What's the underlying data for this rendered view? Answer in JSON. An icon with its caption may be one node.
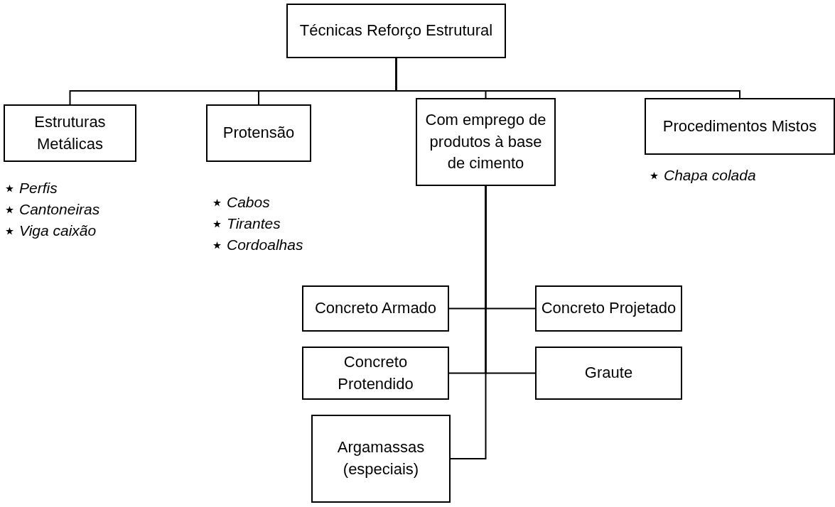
{
  "diagram": {
    "nodes": [
      {
        "text": [
          "Técnicas Reforço Estrutural"
        ]
      },
      {
        "text": [
          "Estruturas Metálicas"
        ],
        "beside": [
          "Perfis",
          "Cantoneiras",
          "Viga caixão"
        ]
      },
      {
        "text": [
          "Protensão"
        ],
        "beside": [
          "Cabos",
          "Tirantes",
          "Cordoalhas"
        ]
      },
      {
        "text": [
          "Com emprego de produtos à base de cimento"
        ]
      },
      {
        "text": [
          "Procedimentos Mistos"
        ],
        "beside": [
          "Chapa colada"
        ]
      },
      {
        "text": [
          "Concreto Armado"
        ]
      },
      {
        "text": [
          "Concreto Projetado"
        ]
      },
      {
        "text": [
          "Concreto Protendido"
        ]
      },
      {
        "text": [
          "Graute"
        ]
      },
      {
        "text": [
          "Argamassas (especiais)"
        ]
      }
    ],
    "edges": [
      {
        "from": 0,
        "to": 1,
        "arrow": "none"
      },
      {
        "from": 0,
        "to": 2,
        "arrow": "none"
      },
      {
        "from": 0,
        "to": 3,
        "arrow": "none"
      },
      {
        "from": 0,
        "to": 4,
        "arrow": "none"
      },
      {
        "from": 3,
        "to": 5,
        "arrow": "none"
      },
      {
        "from": 3,
        "to": 6,
        "arrow": "none"
      },
      {
        "from": 3,
        "to": 7,
        "arrow": "none"
      },
      {
        "from": 3,
        "to": 8,
        "arrow": "none"
      },
      {
        "from": 3,
        "to": 9,
        "arrow": "none"
      }
    ]
  }
}
